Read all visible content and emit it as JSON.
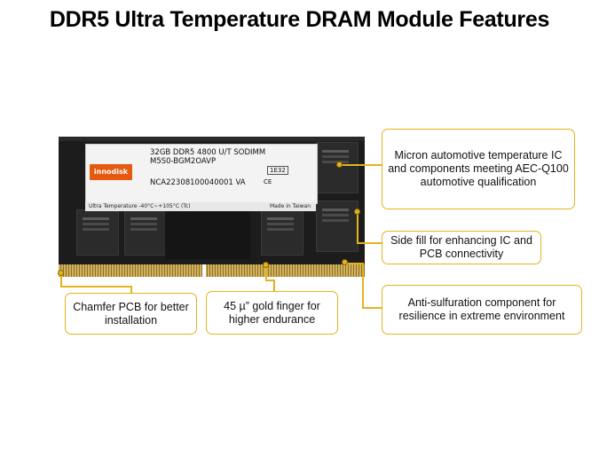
{
  "title": "DDR5 Ultra Temperature DRAM Module Features",
  "module_label": {
    "line1": "32GB DDR5 4800 U/T SODIMM",
    "line2": "M5S0-BGM2OAVP",
    "line3": "NCA22308100040001 VA",
    "tag": "1E32",
    "brand": "innodisk",
    "temp_range": "Ultra Temperature -40°C~+105°C (Tc)",
    "made_in": "Made in Taiwan"
  },
  "callouts": {
    "micron": "Micron automotive temperature IC and components meeting AEC-Q100 automotive qualification",
    "side_fill": "Side fill for enhancing IC and PCB connectivity",
    "anti_sulfuration": "Anti-sulfuration component for resilience in extreme environment",
    "chamfer": "Chamfer PCB for better installation",
    "gold_finger": "45 µ” gold finger for higher endurance"
  },
  "accent_color": "#e3b41e"
}
